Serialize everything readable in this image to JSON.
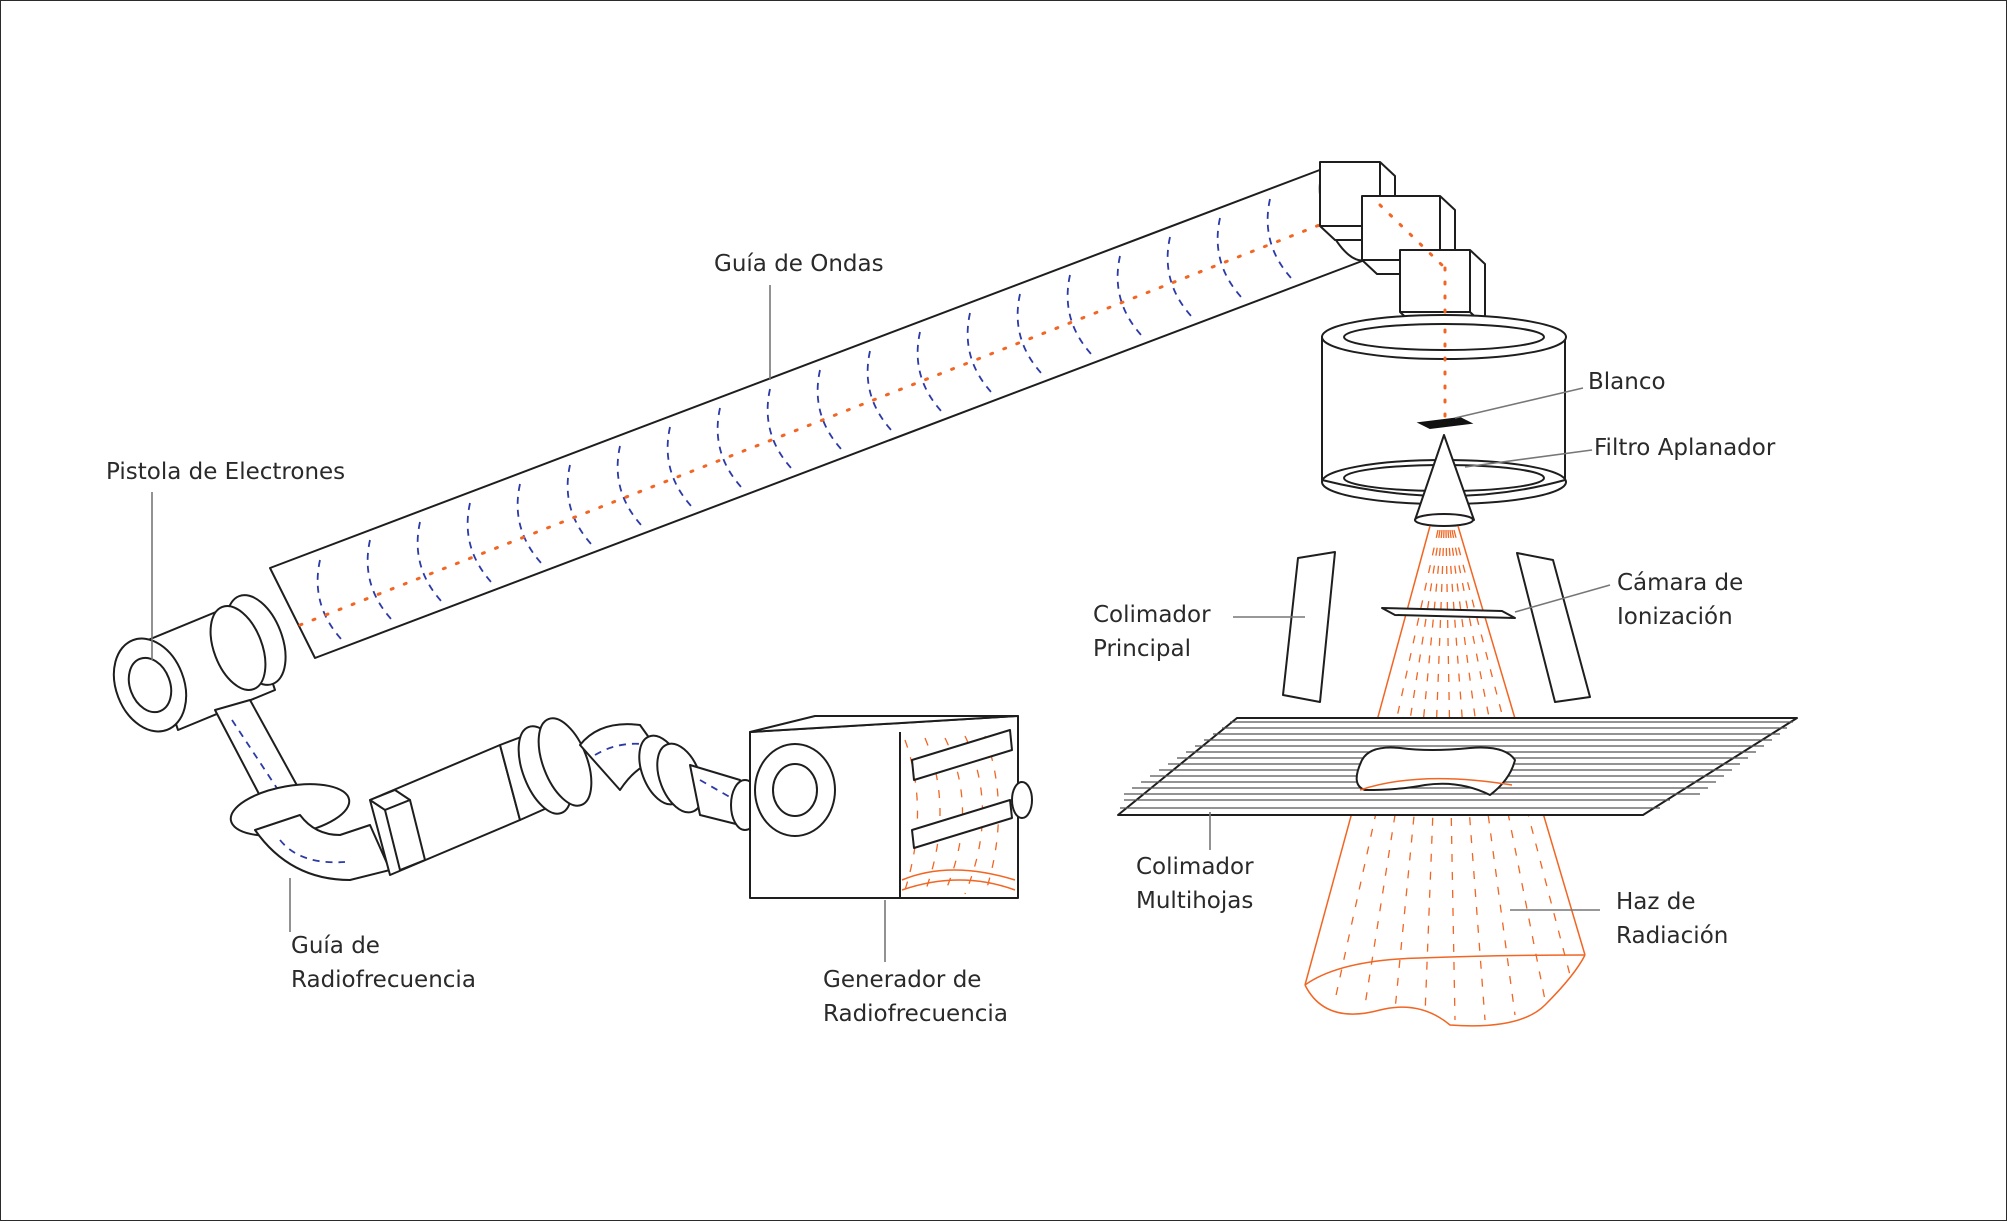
{
  "labels": {
    "electron_gun": "Pistola de Electrones",
    "waveguide": "Guía de Ondas",
    "target": "Blanco",
    "flattening_filter": "Filtro Aplanador",
    "primary_collimator_1": "Colimador",
    "primary_collimator_2": "Principal",
    "ion_chamber_1": "Cámara de",
    "ion_chamber_2": "Ionización",
    "mlc_1": "Colimador",
    "mlc_2": "Multihojas",
    "beam_1": "Haz de",
    "beam_2": "Radiación",
    "rf_guide_1": "Guía de",
    "rf_guide_2": "Radiofrecuencia",
    "rf_gen_1": "Generador de",
    "rf_gen_2": "Radiofrecuencia"
  },
  "colors": {
    "line": "#1e1e1e",
    "wave": "#2c3aa8",
    "beam": "#f26522",
    "text": "#2a2a2a"
  }
}
